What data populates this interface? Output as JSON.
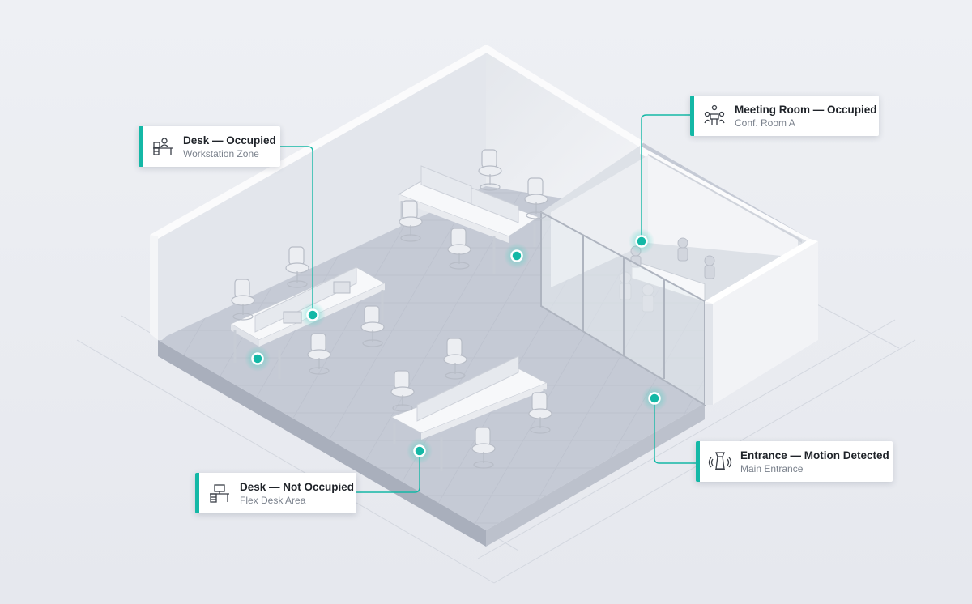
{
  "callouts": [
    {
      "id": "desk-occupied",
      "title": "Desk — Occupied",
      "subtitle": "Workstation Zone",
      "icon": "desk-user-icon"
    },
    {
      "id": "meeting-room",
      "title": "Meeting Room — Occupied",
      "subtitle": "Conf. Room A",
      "icon": "meeting-people-icon"
    },
    {
      "id": "desk-free",
      "title": "Desk — Not Occupied",
      "subtitle": "Flex Desk Area",
      "icon": "desk-empty-icon"
    },
    {
      "id": "entrance",
      "title": "Entrance — Motion Detected",
      "subtitle": "Main Entrance",
      "icon": "motion-sensor-icon"
    }
  ],
  "colors": {
    "accent": "#14b8a6",
    "background": "#eceef3",
    "floor": "#c6cbd6",
    "wall": "#f6f7f9"
  }
}
